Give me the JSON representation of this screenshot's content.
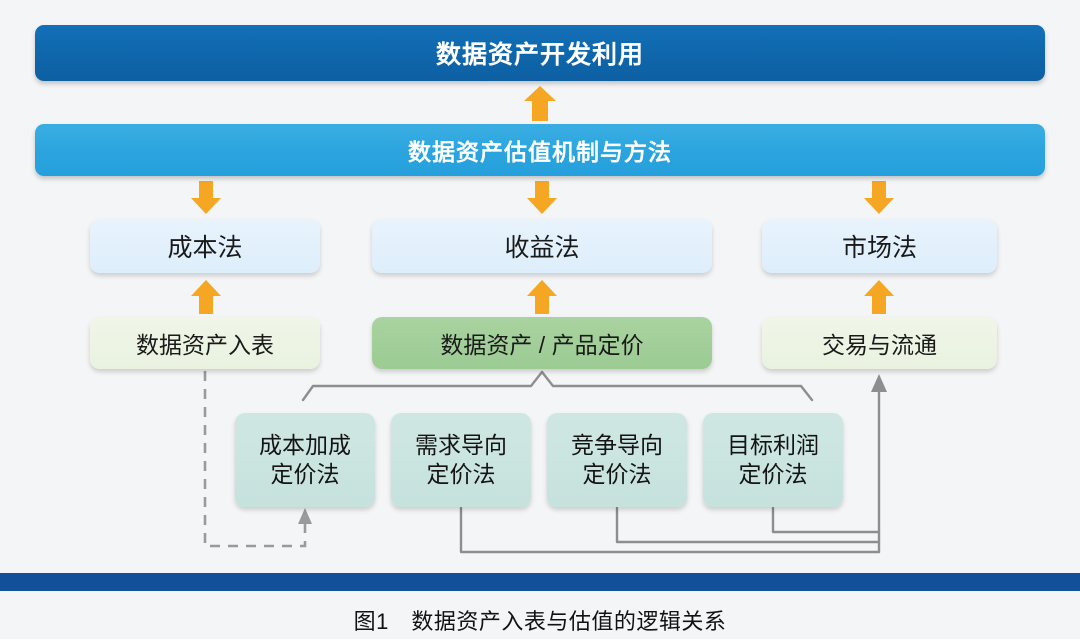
{
  "figure": {
    "caption": "图1　数据资产入表与估值的逻辑关系",
    "colors": {
      "banner_top": "#0f66ab",
      "banner_second": "#2ba4de",
      "method_box": "#e2f0fb",
      "stage_box_pale": "#edf4e6",
      "stage_box_highlight": "#a0cf96",
      "pricing_box": "#caе3df",
      "arrow_orange": "#f5a623",
      "connector_gray": "#8c8c8c",
      "bottom_bar": "#12519a"
    }
  },
  "banners": [
    {
      "label": "数据资产开发利用"
    },
    {
      "label": "数据资产估值机制与方法"
    }
  ],
  "valuation_methods": [
    {
      "label": "成本法"
    },
    {
      "label": "收益法"
    },
    {
      "label": "市场法"
    }
  ],
  "stages": [
    {
      "label": "数据资产入表",
      "highlight": false
    },
    {
      "label": "数据资产 / 产品定价",
      "highlight": true
    },
    {
      "label": "交易与流通",
      "highlight": false
    }
  ],
  "pricing_methods": [
    {
      "line1": "成本加成",
      "line2": "定价法"
    },
    {
      "line1": "需求导向",
      "line2": "定价法"
    },
    {
      "line1": "竞争导向",
      "line2": "定价法"
    },
    {
      "line1": "目标利润",
      "line2": "定价法"
    }
  ],
  "connectors": {
    "solid_style": "solid",
    "dashed_style": "dashed",
    "arrow_up_count": 3,
    "arrow_down_count": 3
  }
}
